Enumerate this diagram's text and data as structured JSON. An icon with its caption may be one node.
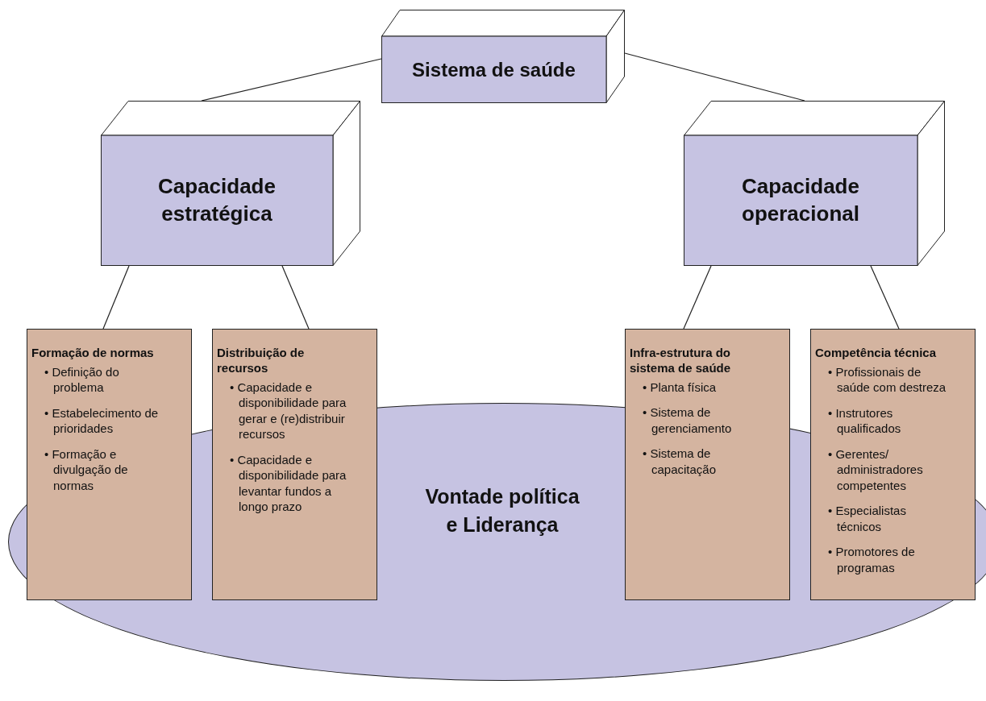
{
  "diagram": {
    "nodes": [
      {
        "text": [
          "Sistema de saúde"
        ]
      },
      {
        "text": [
          "Capacidade estratégica"
        ]
      },
      {
        "text": [
          "Capacidade operacional"
        ]
      },
      {
        "text": [
          "Formação de normas",
          "• Definição do problema",
          "• Estabelecimento de prioridades",
          "• Formação e divulgação de normas"
        ]
      },
      {
        "text": [
          "Distribuição de recursos",
          "• Capacidade e disponibilidade para gerar e (re)distribuir recursos",
          "• Capacidade e disponibilidade para levantar fundos a longo prazo"
        ]
      },
      {
        "text": [
          "Infra-estrutura do sistema de saúde",
          "• Planta física",
          "• Sistema de gerenciamento",
          "• Sistema de capacitação"
        ]
      },
      {
        "text": [
          "Competência técnica",
          "• Profissionais de saúde com destreza",
          "• Instrutores qualificados",
          "• Gerentes/ administradores competentes",
          "• Especialistas técnicos",
          "• Promotores de programas"
        ]
      },
      {
        "text": [
          "Vontade política e Liderança"
        ]
      }
    ],
    "edges": [
      {
        "from": 0,
        "to": 1,
        "arrow": "none"
      },
      {
        "from": 0,
        "to": 2,
        "arrow": "none"
      },
      {
        "from": 1,
        "to": 3,
        "arrow": "none"
      },
      {
        "from": 1,
        "to": 4,
        "arrow": "none"
      },
      {
        "from": 2,
        "to": 5,
        "arrow": "none"
      },
      {
        "from": 2,
        "to": 6,
        "arrow": "none"
      }
    ]
  }
}
